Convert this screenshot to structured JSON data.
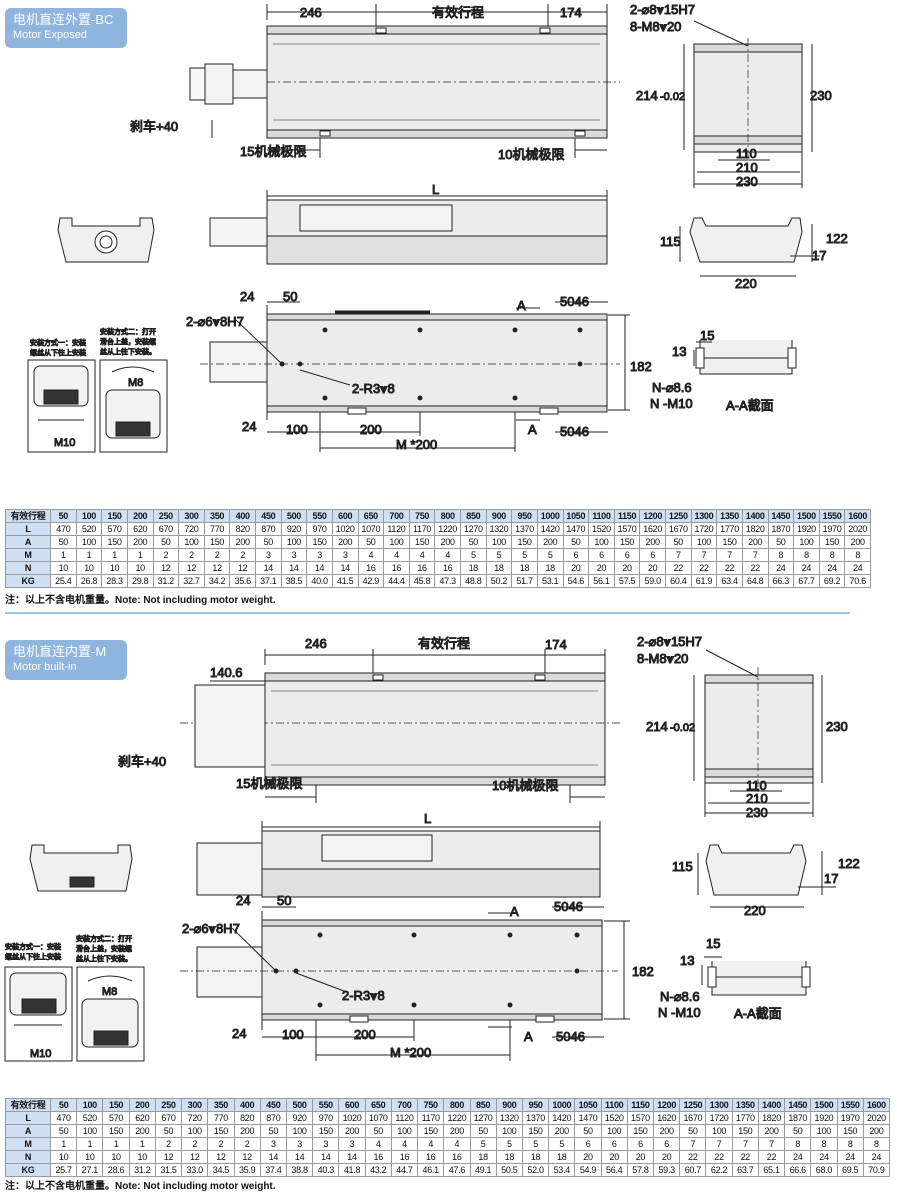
{
  "colors": {
    "label_bg": "#8fb4de",
    "header_bg": "#cfe0f4",
    "divider": "#9cc3ea",
    "body_fill": "#ebebeb"
  },
  "sections": [
    {
      "title_cn": "电机直连外置-BC",
      "title_en": "Motor Exposed",
      "dims": {
        "d246": "246",
        "stroke": "有效行程",
        "d174": "174",
        "pin2": "2-⌀8⩔15H7",
        "m8": "8-M8⩔20",
        "d214": "214",
        "d002": "-0.02",
        "d230": "230",
        "brake": "刹车+40",
        "limit15": "15机械极限",
        "limit10": "10机械极限",
        "d110": "110",
        "d210": "210",
        "d230b": "230",
        "L": "L",
        "d115": "115",
        "d122": "122",
        "d17": "17",
        "d220": "220",
        "d24": "24",
        "d50": "50",
        "pin6": "2-⌀6⩔8H7",
        "A1": "A",
        "d5046": "5046",
        "d182": "182",
        "r3": "2-R3⩔8",
        "d24b": "24",
        "d100": "100",
        "d200": "200",
        "A2": "A",
        "d5046b": "5046",
        "m200": "M *200",
        "d15": "15",
        "d13": "13",
        "n86": "N-⌀8.6",
        "nm10": "N -M10",
        "aa": "A-A截面"
      },
      "inset1_lines": [
        "安装方式一：安装",
        "螺丝从下往上安装"
      ],
      "inset2_lines": [
        "安装方式二：打开",
        "滑台上盖，安装螺",
        "丝从上往下安装。"
      ],
      "inset_m8": "M8",
      "inset_m10": "M10",
      "table": {
        "header": "有效行程",
        "strokes": [
          "50",
          "100",
          "150",
          "200",
          "250",
          "300",
          "350",
          "400",
          "450",
          "500",
          "550",
          "600",
          "650",
          "700",
          "750",
          "800",
          "850",
          "900",
          "950",
          "1000",
          "1050",
          "1100",
          "1150",
          "1200",
          "1250",
          "1300",
          "1350",
          "1400",
          "1450",
          "1500",
          "1550",
          "1600"
        ],
        "rows": [
          {
            "label": "L",
            "values": [
              "470",
              "520",
              "570",
              "620",
              "670",
              "720",
              "770",
              "820",
              "870",
              "920",
              "970",
              "1020",
              "1070",
              "1120",
              "1170",
              "1220",
              "1270",
              "1320",
              "1370",
              "1420",
              "1470",
              "1520",
              "1570",
              "1620",
              "1670",
              "1720",
              "1770",
              "1820",
              "1870",
              "1920",
              "1970",
              "2020"
            ]
          },
          {
            "label": "A",
            "values": [
              "50",
              "100",
              "150",
              "200",
              "50",
              "100",
              "150",
              "200",
              "50",
              "100",
              "150",
              "200",
              "50",
              "100",
              "150",
              "200",
              "50",
              "100",
              "150",
              "200",
              "50",
              "100",
              "150",
              "200",
              "50",
              "100",
              "150",
              "200",
              "50",
              "100",
              "150",
              "200"
            ]
          },
          {
            "label": "M",
            "values": [
              "1",
              "1",
              "1",
              "1",
              "2",
              "2",
              "2",
              "2",
              "3",
              "3",
              "3",
              "3",
              "4",
              "4",
              "4",
              "4",
              "5",
              "5",
              "5",
              "5",
              "6",
              "6",
              "6",
              "6",
              "7",
              "7",
              "7",
              "7",
              "8",
              "8",
              "8",
              "8"
            ]
          },
          {
            "label": "N",
            "values": [
              "10",
              "10",
              "10",
              "10",
              "12",
              "12",
              "12",
              "12",
              "14",
              "14",
              "14",
              "14",
              "16",
              "16",
              "16",
              "16",
              "18",
              "18",
              "18",
              "18",
              "20",
              "20",
              "20",
              "20",
              "22",
              "22",
              "22",
              "22",
              "24",
              "24",
              "24",
              "24"
            ]
          },
          {
            "label": "KG",
            "values": [
              "25.4",
              "26.8",
              "28.3",
              "29.8",
              "31.2",
              "32.7",
              "34.2",
              "35.6",
              "37.1",
              "38.5",
              "40.0",
              "41.5",
              "42.9",
              "44.4",
              "45.8",
              "47.3",
              "48.8",
              "50.2",
              "51.7",
              "53.1",
              "54.6",
              "56.1",
              "57.5",
              "59.0",
              "60.4",
              "61.9",
              "63.4",
              "64.8",
              "66.3",
              "67.7",
              "69.2",
              "70.6"
            ]
          }
        ]
      },
      "note": "注：以上不含电机重量。Note: Not including motor weight."
    },
    {
      "title_cn": "电机直连内置-M",
      "title_en": "Motor built-in",
      "dims": {
        "d246": "246",
        "stroke": "有效行程",
        "d174": "174",
        "d1406": "140.6",
        "pin2": "2-⌀8⩔15H7",
        "m8": "8-M8⩔20",
        "d214": "214",
        "d002": "-0.02",
        "d230": "230",
        "brake": "刹车+40",
        "limit15": "15机械极限",
        "limit10": "10机械极限",
        "d110": "110",
        "d210": "210",
        "d230b": "230",
        "L": "L",
        "d115": "115",
        "d122": "122",
        "d17": "17",
        "d220": "220",
        "d24": "24",
        "d50": "50",
        "pin6": "2-⌀6⩔8H7",
        "A1": "A",
        "d5046": "5046",
        "d182": "182",
        "r3": "2-R3⩔8",
        "d24b": "24",
        "d100": "100",
        "d200": "200",
        "A2": "A",
        "d5046b": "5046",
        "m200": "M *200",
        "d15": "15",
        "d13": "13",
        "n86": "N-⌀8.6",
        "nm10": "N -M10",
        "aa": "A-A截面"
      },
      "inset1_lines": [
        "安装方式一：安装",
        "螺丝从下往上安装"
      ],
      "inset2_lines": [
        "安装方式二：打开",
        "滑台上盖，安装螺",
        "丝从上往下安装。"
      ],
      "inset_m8": "M8",
      "inset_m10": "M10",
      "table": {
        "header": "有效行程",
        "strokes": [
          "50",
          "100",
          "150",
          "200",
          "250",
          "300",
          "350",
          "400",
          "450",
          "500",
          "550",
          "600",
          "650",
          "700",
          "750",
          "800",
          "850",
          "900",
          "950",
          "1000",
          "1050",
          "1100",
          "1150",
          "1200",
          "1250",
          "1300",
          "1350",
          "1400",
          "1450",
          "1500",
          "1550",
          "1600"
        ],
        "rows": [
          {
            "label": "L",
            "values": [
              "470",
              "520",
              "570",
              "620",
              "670",
              "720",
              "770",
              "820",
              "870",
              "920",
              "970",
              "1020",
              "1070",
              "1120",
              "1170",
              "1220",
              "1270",
              "1320",
              "1370",
              "1420",
              "1470",
              "1520",
              "1570",
              "1620",
              "1670",
              "1720",
              "1770",
              "1820",
              "1870",
              "1920",
              "1970",
              "2020"
            ]
          },
          {
            "label": "A",
            "values": [
              "50",
              "100",
              "150",
              "200",
              "50",
              "100",
              "150",
              "200",
              "50",
              "100",
              "150",
              "200",
              "50",
              "100",
              "150",
              "200",
              "50",
              "100",
              "150",
              "200",
              "50",
              "100",
              "150",
              "200",
              "50",
              "100",
              "150",
              "200",
              "50",
              "100",
              "150",
              "200"
            ]
          },
          {
            "label": "M",
            "values": [
              "1",
              "1",
              "1",
              "1",
              "2",
              "2",
              "2",
              "2",
              "3",
              "3",
              "3",
              "3",
              "4",
              "4",
              "4",
              "4",
              "5",
              "5",
              "5",
              "5",
              "6",
              "6",
              "6",
              "6",
              "7",
              "7",
              "7",
              "7",
              "8",
              "8",
              "8",
              "8"
            ]
          },
          {
            "label": "N",
            "values": [
              "10",
              "10",
              "10",
              "10",
              "12",
              "12",
              "12",
              "12",
              "14",
              "14",
              "14",
              "14",
              "16",
              "16",
              "16",
              "16",
              "18",
              "18",
              "18",
              "18",
              "20",
              "20",
              "20",
              "20",
              "22",
              "22",
              "22",
              "22",
              "24",
              "24",
              "24",
              "24"
            ]
          },
          {
            "label": "KG",
            "values": [
              "25.7",
              "27.1",
              "28.6",
              "31.2",
              "31.5",
              "33.0",
              "34.5",
              "35.9",
              "37.4",
              "38.8",
              "40.3",
              "41.8",
              "43.2",
              "44.7",
              "46.1",
              "47.6",
              "49.1",
              "50.5",
              "52.0",
              "53.4",
              "54.9",
              "56.4",
              "57.8",
              "59.3",
              "60.7",
              "62.2",
              "63.7",
              "65.1",
              "66.6",
              "68.0",
              "69.5",
              "70.9"
            ]
          }
        ]
      },
      "note": "注：以上不含电机重量。Note: Not including motor weight."
    }
  ]
}
